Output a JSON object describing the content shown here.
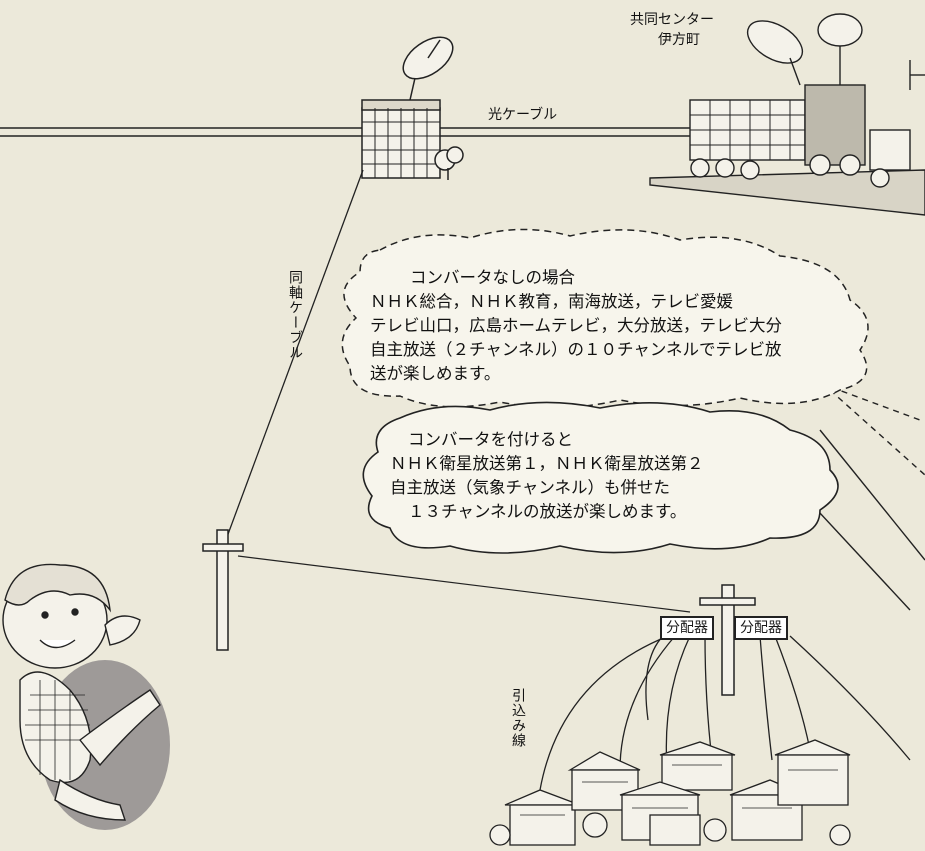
{
  "labels": {
    "center_line1": "共同センター",
    "center_line2": "伊方町",
    "fiber_cable": "光ケーブル",
    "coax_cable": "同軸ケーブル",
    "splitter_left": "分配器",
    "splitter_right": "分配器",
    "drop_line": "引込み線"
  },
  "bubble_no_converter": {
    "lines": [
      "コンバータなしの場合",
      "ＮＨＫ総合，ＮＨＫ教育，南海放送，テレビ愛媛",
      "テレビ山口，広島ホームテレビ，大分放送，テレビ大分",
      "自主放送（２チャンネル）の１０チャンネルでテレビ放",
      "送が楽しめます。"
    ]
  },
  "bubble_with_converter": {
    "lines": [
      "コンバータを付けると",
      "ＮＨＫ衛星放送第１，ＮＨＫ衛星放送第２",
      "自主放送（気象チャンネル）も併せた",
      "１３チャンネルの放送が楽しめます。"
    ]
  },
  "colors": {
    "background": "#ece9da",
    "ink": "#1a1a1a",
    "character_shadow": "#9e9a98"
  }
}
